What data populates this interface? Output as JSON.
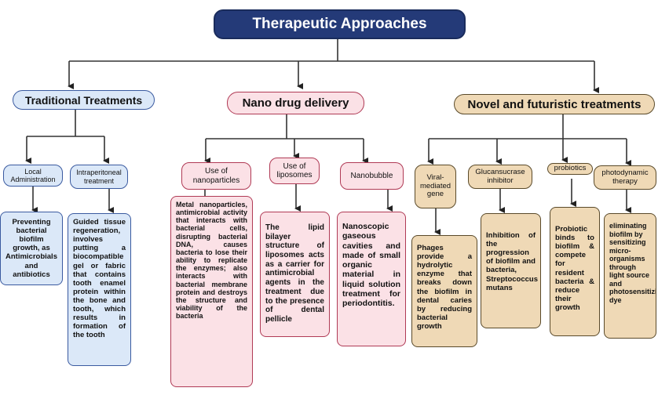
{
  "title": "Therapeutic Approaches",
  "categories": {
    "traditional": "Traditional Treatments",
    "nano": "Nano drug delivery",
    "novel": "Novel and futuristic treatments"
  },
  "traditional": {
    "local_label": "Local Administration",
    "local_desc": "Preventing bacterial biofilm growth, as Antimicrobials and antibiotics",
    "intra_label": "Intraperitoneal treatment",
    "intra_desc": "Guided tissue regeneration, involves putting a biocompatible gel or fabric that contains tooth enamel protein within the bone and tooth, which results in formation of the tooth"
  },
  "nano": {
    "nanoparticles_label": "Use of nanoparticles",
    "nanoparticles_desc": "Metal nanoparticles, antimicrobial activity that interacts with bacterial cells, disrupting bacterial DNA, causes bacteria to lose their ability to replicate the enzymes; also interacts with bacterial membrane protein and destroys the structure and viability of the bacteria",
    "liposomes_label": "Use of liposomes",
    "liposomes_desc": "The lipid bilayer structure of liposomes acts as a carrier for antimicrobial agents in the treatment due to the presence of dental pellicle",
    "nanobubble_label": "Nanobubble",
    "nanobubble_desc": "Nanoscopic gaseous cavities and made of small organic material in liquid solution treatment for periodontitis."
  },
  "novel": {
    "viral_label": "Viral-mediated gene",
    "viral_desc": "Phages provide a hydrolytic enzyme that breaks down the biofilm in dental caries by reducing bacterial growth",
    "gluc_label": "Glucansucrase inhibitor",
    "gluc_desc": "Inhibition of the progression of biofilm and bacteria, Streptococcus mutans",
    "probiotics_label": "probiotics",
    "probiotics_desc": "Probiotic binds to biofilm & compete for resident bacteria & reduce their growth",
    "photo_label": "photodynamic therapy",
    "photo_desc": "eliminating biofilm by sensitizing micro-organisms through light source and photosensitizing dye"
  }
}
